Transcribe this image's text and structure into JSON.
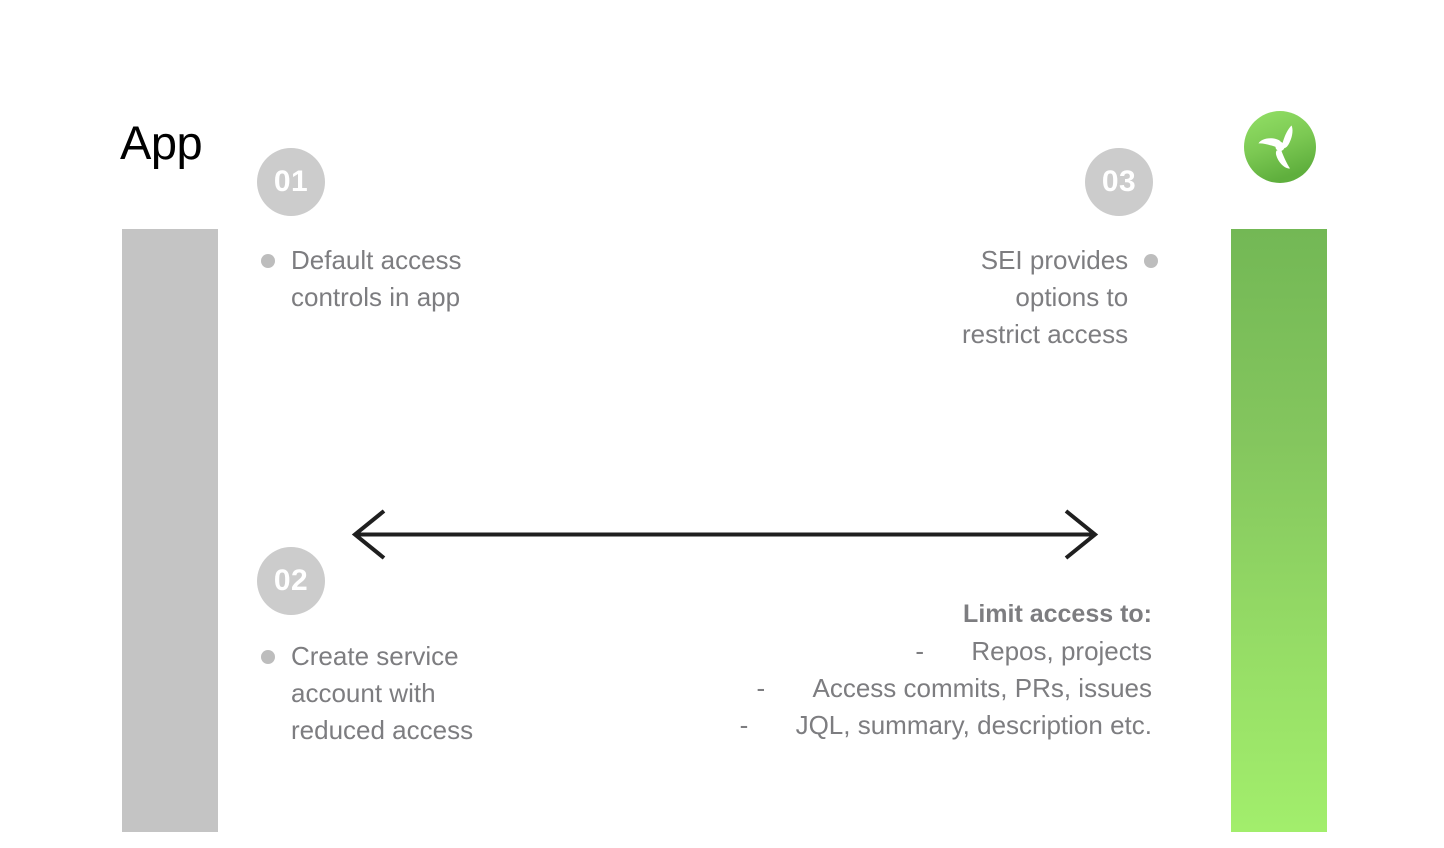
{
  "slide": {
    "title": "App",
    "background": "#ffffff"
  },
  "colors": {
    "badge_fill": "#cccccc",
    "badge_text": "#ffffff",
    "body_text": "#7d7d80",
    "bullet_dot": "#bdbdbd",
    "bar_left": "#c4c4c4",
    "bar_right_top": "#73b855",
    "bar_right_bottom": "#a2ee6c",
    "arrow": "#1f1f1f",
    "logo_green_top": "#8fdc63",
    "logo_green_bottom": "#5fb33e"
  },
  "logo": {
    "name": "harness-sei-propeller-logo",
    "alt": "Green circular propeller logo"
  },
  "steps": [
    {
      "number": "01",
      "text": "Default access\ncontrols in app",
      "align": "left"
    },
    {
      "number": "02",
      "text": "Create service\naccount with\nreduced access",
      "align": "left"
    },
    {
      "number": "03",
      "text": "SEI provides\noptions to\nrestrict access",
      "align": "right"
    }
  ],
  "arrow": {
    "name": "bidirectional-arrow",
    "direction": "both"
  },
  "limit_panel": {
    "heading": "Limit access to:",
    "dash": "-",
    "items": [
      "Repos, projects",
      "Access commits, PRs, issues",
      "JQL, summary, description etc."
    ]
  }
}
